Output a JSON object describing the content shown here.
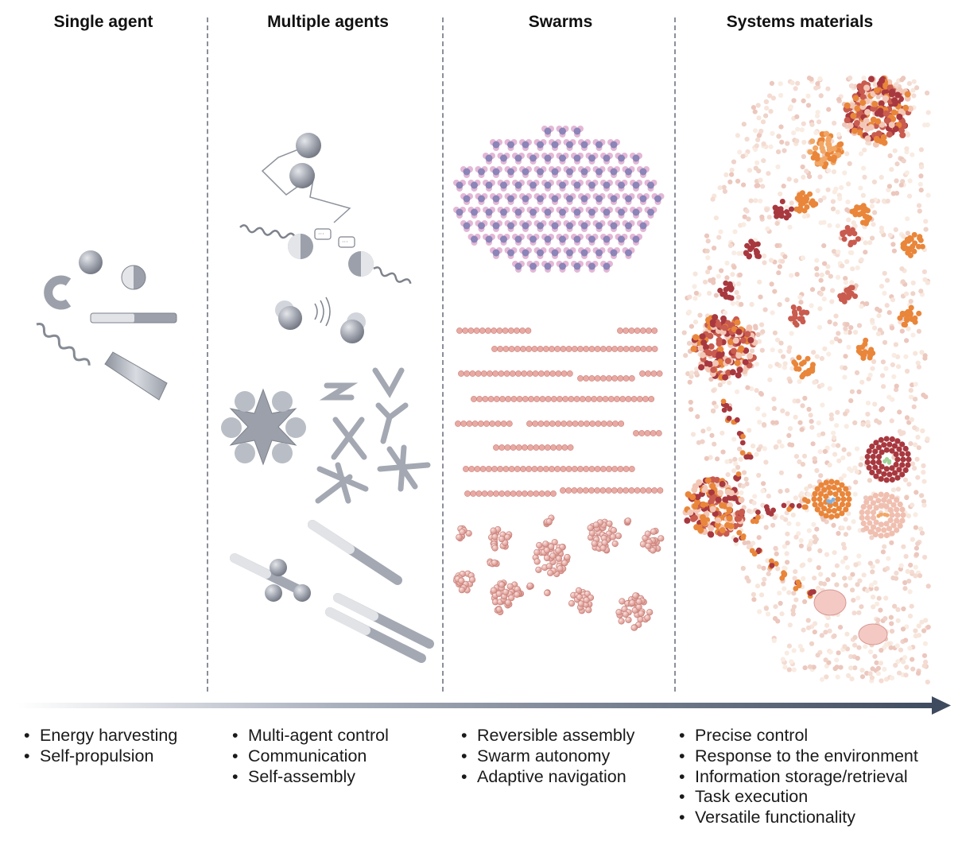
{
  "columns": [
    {
      "title": "Single agent",
      "bullets": [
        "Energy harvesting",
        "Self-propulsion"
      ]
    },
    {
      "title": "Multiple agents",
      "bullets": [
        "Multi-agent control",
        "Communication",
        "Self-assembly"
      ]
    },
    {
      "title": "Swarms",
      "bullets": [
        "Reversible assembly",
        "Swarm autonomy",
        "Adaptive navigation"
      ]
    },
    {
      "title": "Systems materials",
      "bullets": [
        "Precise control",
        "Response to the environment",
        "Information storage/retrieval",
        "Task execution",
        "Versatile functionality"
      ]
    }
  ],
  "colors": {
    "agent_gray": "#a3a7b2",
    "agent_dark": "#7f8490",
    "swarm_pink": "#e9aaa3",
    "swarm_purple": "#8b85b8",
    "swarm_lilac": "#e4b7d6",
    "material_light": "#f1d4c8",
    "material_dark_red": "#a8383f",
    "material_orange": "#e9863a",
    "arrow_dark": "#3e4a5e"
  }
}
